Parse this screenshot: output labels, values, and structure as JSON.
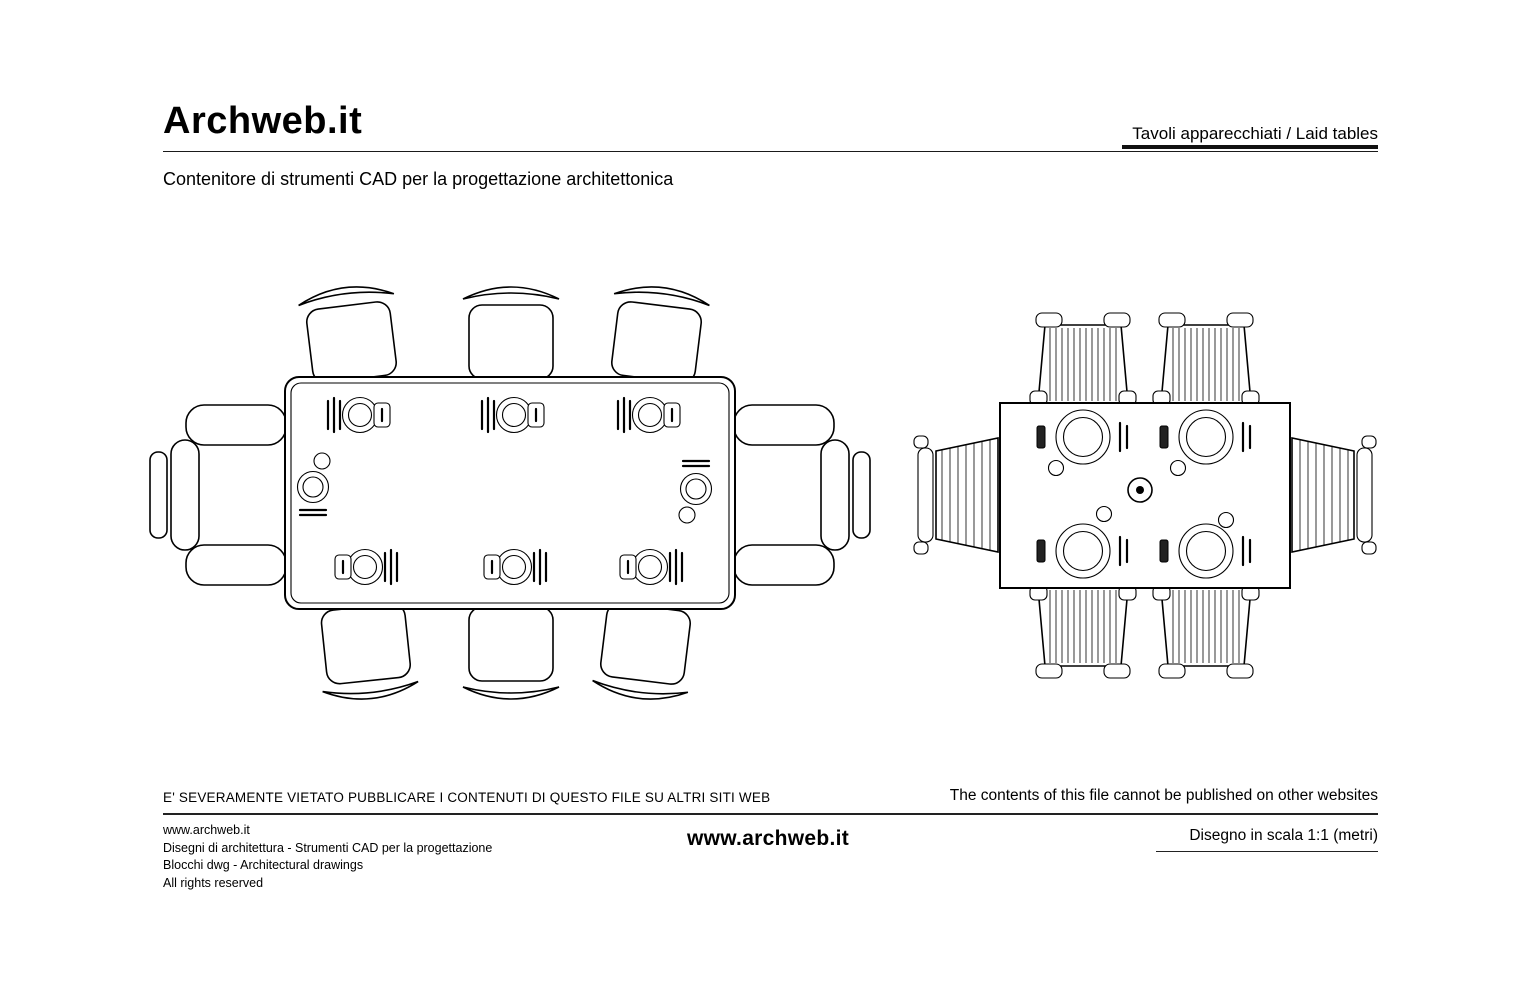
{
  "header": {
    "logo": "Archweb.it",
    "category": "Tavoli apparecchiati  /  Laid tables",
    "subtitle": "Contenitore di strumenti CAD per la progettazione architettonica"
  },
  "drawings": {
    "left_table": "rectangular-laid-table-8-seats-plan",
    "right_table": "square-laid-table-6-seats-plan"
  },
  "footer": {
    "warning_it": "E' SEVERAMENTE VIETATO PUBBLICARE I CONTENUTI DI QUESTO FILE SU ALTRI SITI WEB",
    "warning_en": "The contents of this file cannot be published on other websites",
    "info_lines": [
      "www.archweb.it",
      "Disegni di architettura - Strumenti CAD  per la progettazione",
      "Blocchi dwg - Architectural drawings",
      "All rights reserved"
    ],
    "center_site": "www.archweb.it",
    "scale_note": "Disegno in scala 1:1 (metri)"
  }
}
